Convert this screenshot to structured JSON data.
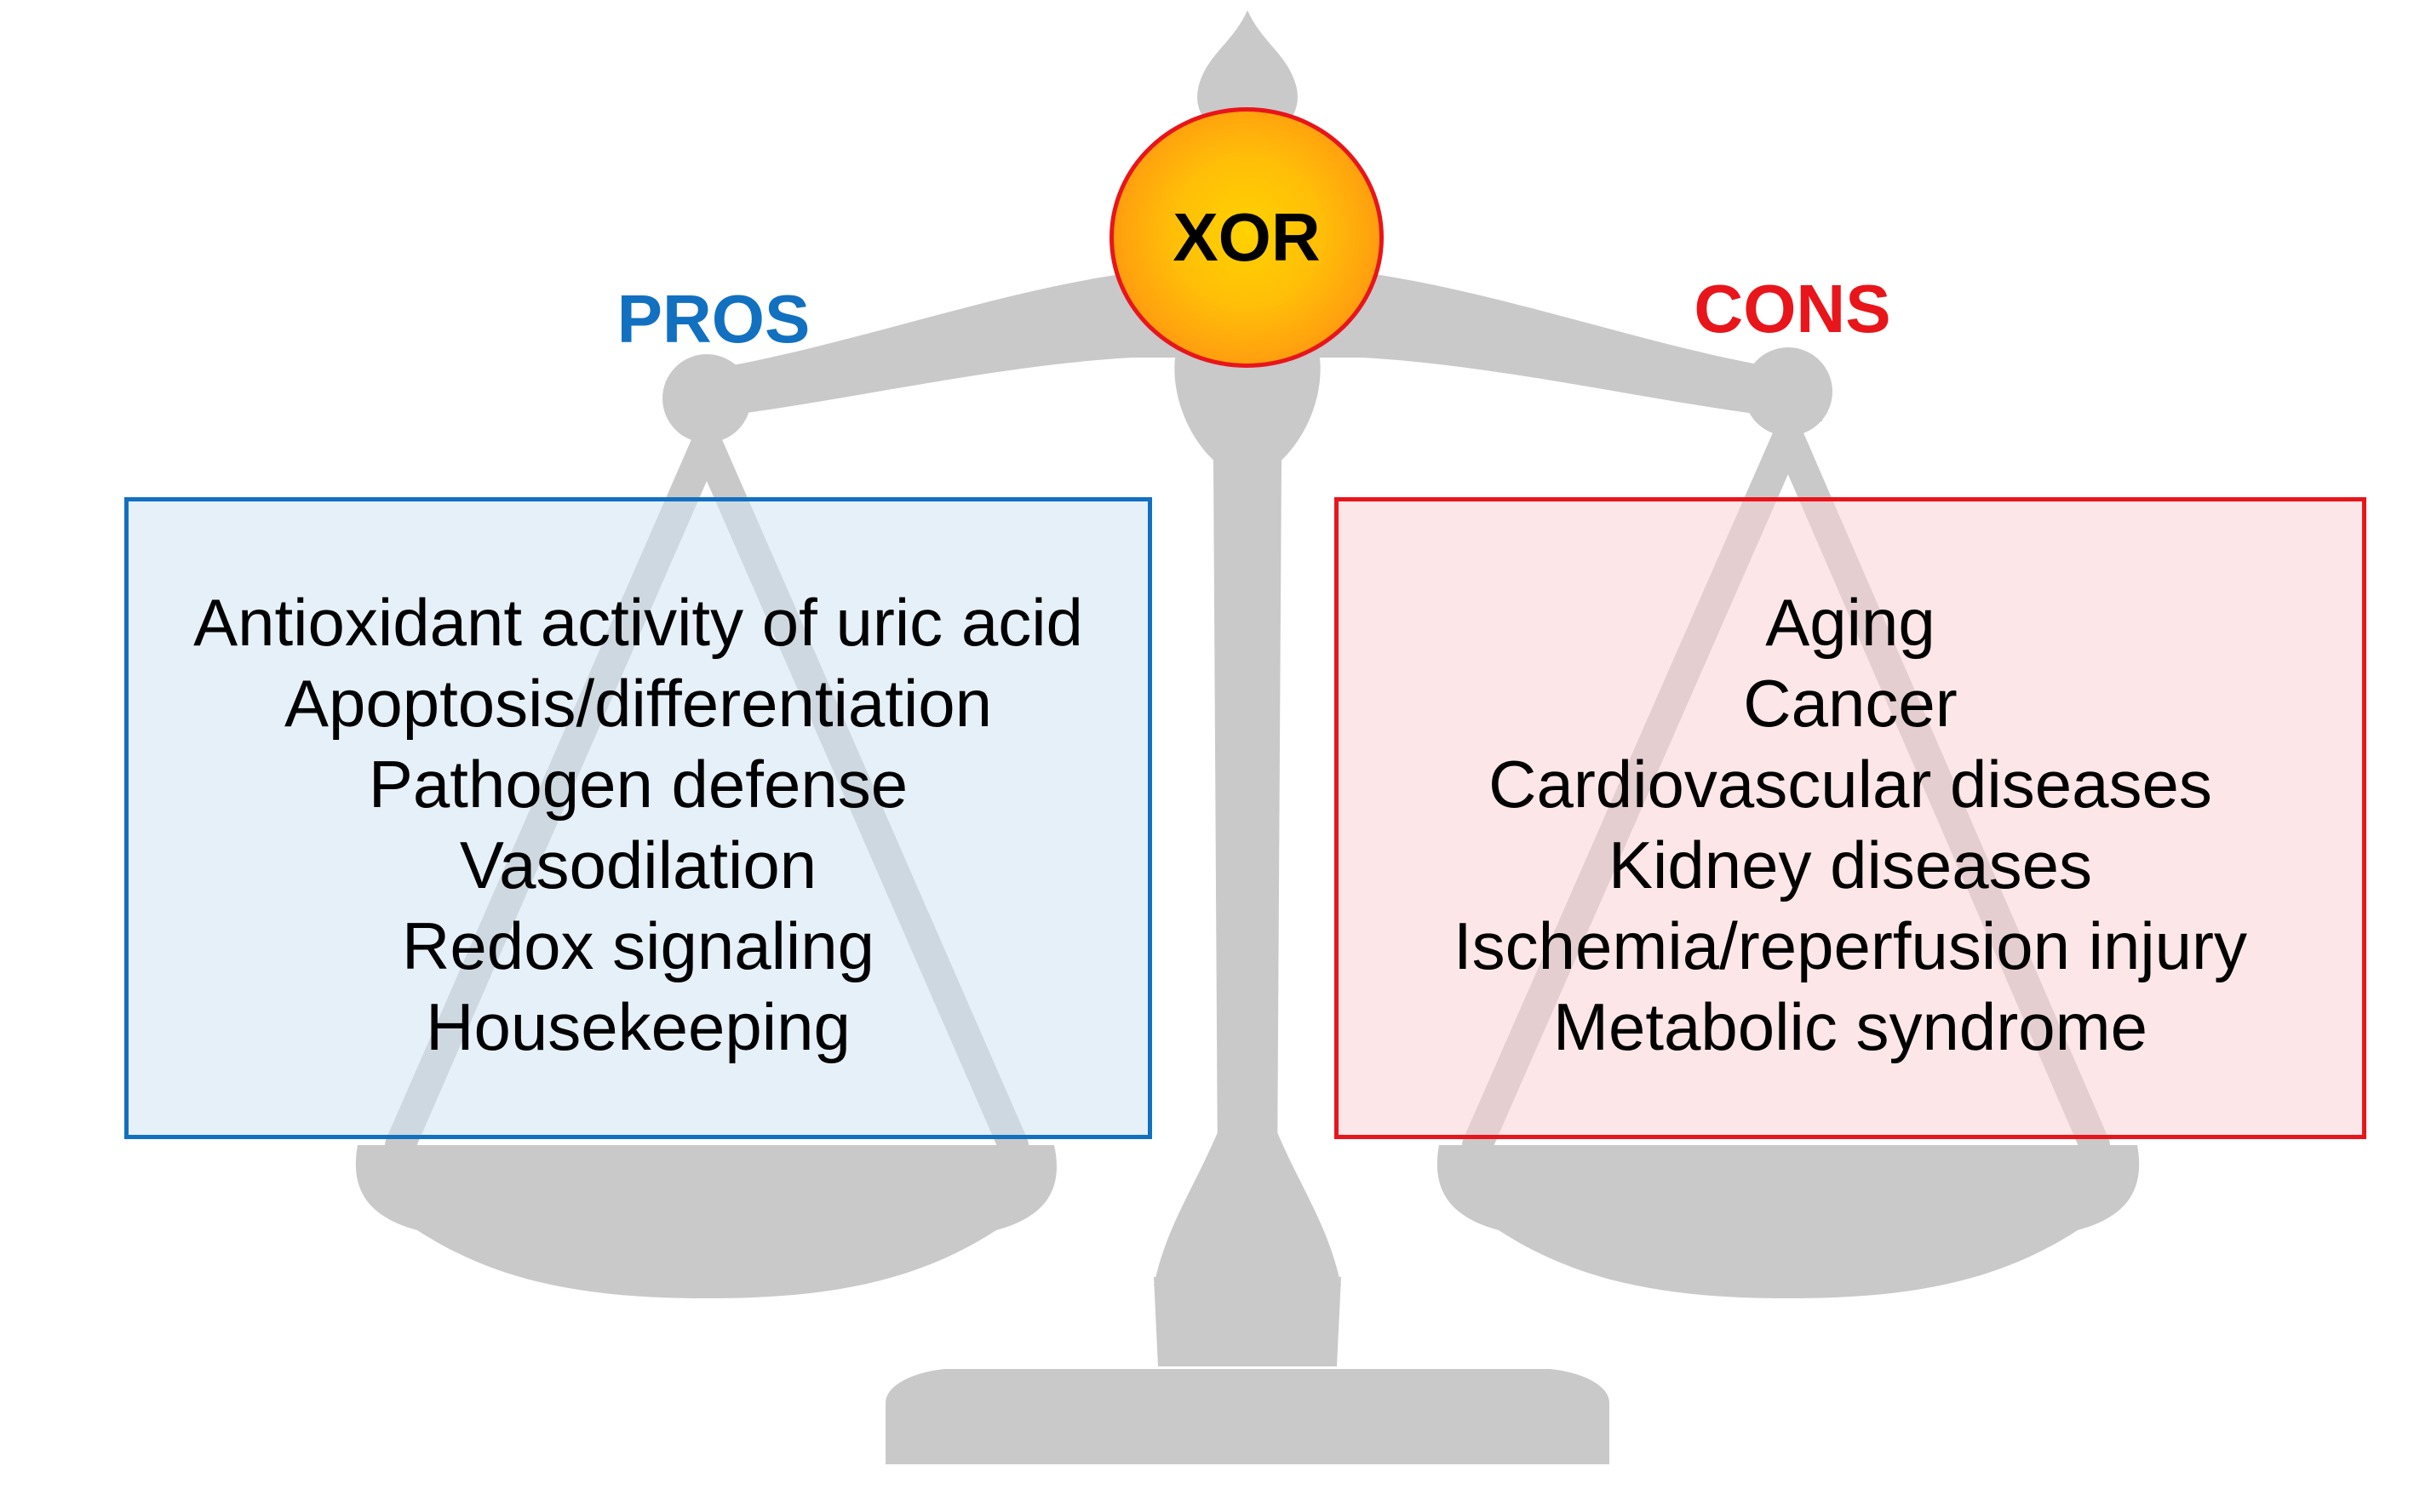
{
  "center": {
    "label": "XOR"
  },
  "pros": {
    "heading": "PROS",
    "color": "#1270c0",
    "items": [
      "Antioxidant activity of uric acid",
      "Apoptosis/differentiation",
      "Pathogen defense",
      "Vasodilation",
      "Redox signaling",
      "Housekeeping"
    ]
  },
  "cons": {
    "heading": "CONS",
    "color": "#e8151b",
    "items": [
      "Aging",
      "Cancer",
      "Cardiovascular diseases",
      "Kidney diseases",
      "Ischemia/reperfusion injury",
      "Metabolic syndrome"
    ]
  },
  "colors": {
    "scale": "#c9c9c9",
    "pros_fill": "#e3eef8",
    "cons_fill": "#fde2e4",
    "badge_border": "#e8151b",
    "badge_fill": "#ffb300"
  },
  "icons": {
    "background": "balance-scale-icon"
  }
}
